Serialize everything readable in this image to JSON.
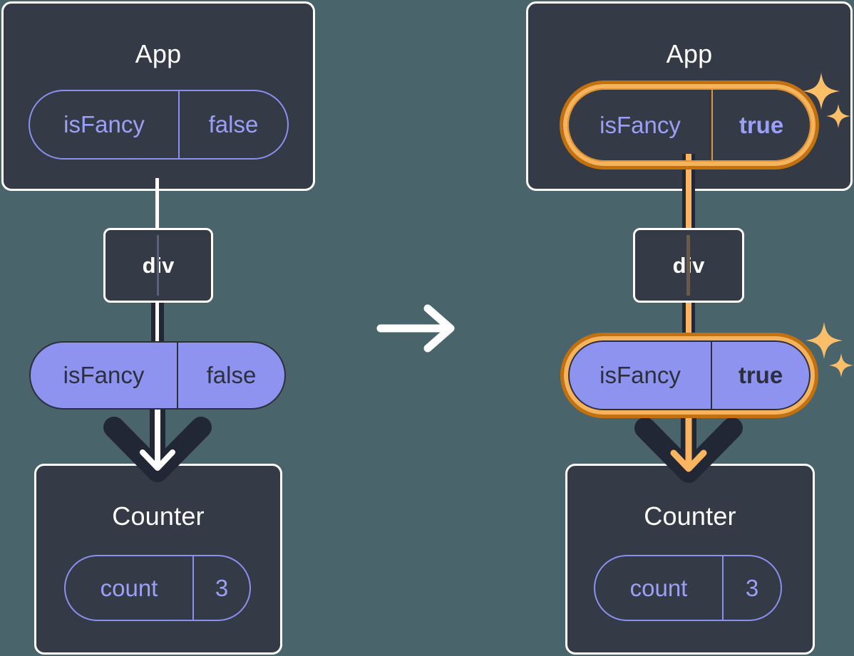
{
  "diagram": {
    "title": "React state update propagation: isFancy false to true",
    "background_color": "#4a646c",
    "panel_color": "#343a46",
    "accent_purple": "#8f93f0",
    "accent_orange": "#e3962f",
    "highlight_ring_outer": "#c2710e",
    "highlight_ring_inner": "#f7b25c",
    "line_white": "#ffffff",
    "line_dark": "#222735"
  },
  "left": {
    "app": {
      "title": "App",
      "state": {
        "key": "isFancy",
        "value": "false",
        "highlighted": false
      }
    },
    "div": {
      "label": "div"
    },
    "prop": {
      "key": "isFancy",
      "value": "false",
      "highlighted": false
    },
    "counter": {
      "title": "Counter",
      "state": {
        "key": "count",
        "value": "3",
        "highlighted": false
      }
    }
  },
  "transition": {
    "icon": "arrow-right-icon"
  },
  "right": {
    "app": {
      "title": "App",
      "state": {
        "key": "isFancy",
        "value": "true",
        "highlighted": true
      }
    },
    "div": {
      "label": "div"
    },
    "prop": {
      "key": "isFancy",
      "value": "true",
      "highlighted": true
    },
    "counter": {
      "title": "Counter",
      "state": {
        "key": "count",
        "value": "3",
        "highlighted": false
      }
    },
    "sparkle_groups": [
      {
        "name": "sparkle-app-state",
        "count": 2
      },
      {
        "name": "sparkle-prop",
        "count": 2
      }
    ]
  }
}
